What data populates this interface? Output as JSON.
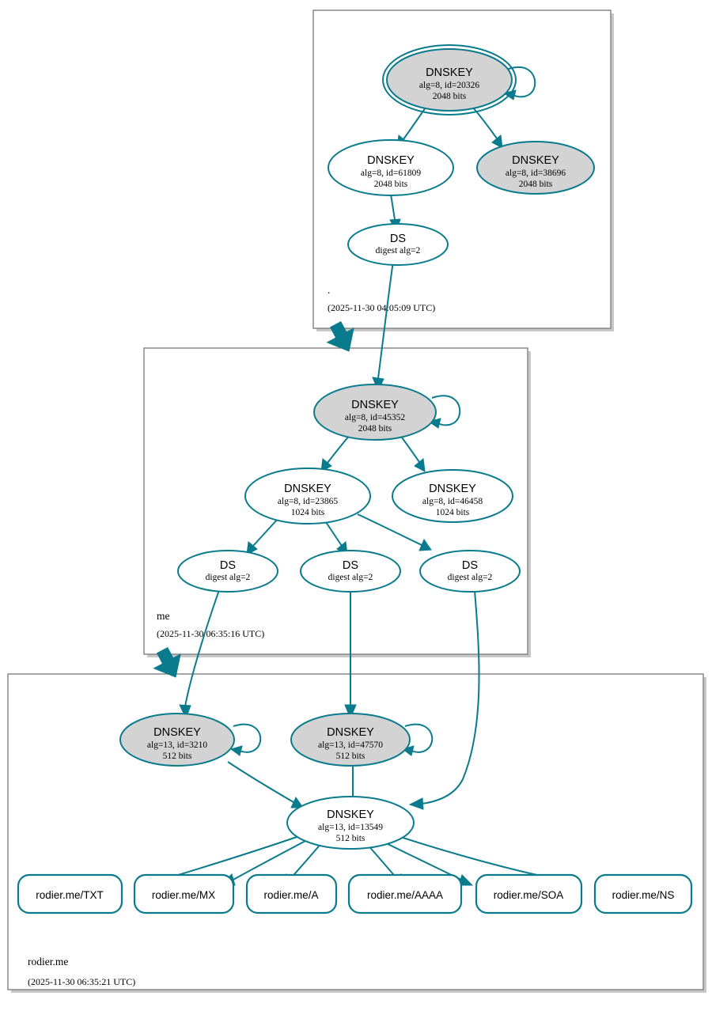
{
  "diagram": {
    "kind": "dnssec-authentication-chain",
    "colors": {
      "accent_teal": "#0a7b8c",
      "secure_key_fill": "#d3d3d3",
      "plain_fill": "#ffffff",
      "zone_border": "#808080",
      "text": "#000000"
    }
  },
  "zones": [
    {
      "id": "root",
      "name": ".",
      "timestamp": "(2025-11-30 04:05:09 UTC)",
      "nodes": [
        {
          "id": "root-ksk-20326",
          "kind": "DNSKEY",
          "title": "DNSKEY",
          "line2": "alg=8, id=20326",
          "line3": "2048 bits",
          "alg": "8",
          "key_id": "20326",
          "bits": "2048",
          "style": "trust-anchor",
          "self_signed": true
        },
        {
          "id": "root-zsk-61809",
          "kind": "DNSKEY",
          "title": "DNSKEY",
          "line2": "alg=8, id=61809",
          "line3": "2048 bits",
          "alg": "8",
          "key_id": "61809",
          "bits": "2048",
          "style": "plain",
          "self_signed": false
        },
        {
          "id": "root-key-38696",
          "kind": "DNSKEY",
          "title": "DNSKEY",
          "line2": "alg=8, id=38696",
          "line3": "2048 bits",
          "alg": "8",
          "key_id": "38696",
          "bits": "2048",
          "style": "secure",
          "self_signed": false
        },
        {
          "id": "root-ds-1",
          "kind": "DS",
          "title": "DS",
          "line2": "digest alg=2",
          "digest_alg": "2",
          "style": "plain"
        }
      ]
    },
    {
      "id": "me",
      "name": "me",
      "timestamp": "(2025-11-30 06:35:16 UTC)",
      "nodes": [
        {
          "id": "me-ksk-45352",
          "kind": "DNSKEY",
          "title": "DNSKEY",
          "line2": "alg=8, id=45352",
          "line3": "2048 bits",
          "alg": "8",
          "key_id": "45352",
          "bits": "2048",
          "style": "secure",
          "self_signed": true
        },
        {
          "id": "me-zsk-23865",
          "kind": "DNSKEY",
          "title": "DNSKEY",
          "line2": "alg=8, id=23865",
          "line3": "1024 bits",
          "alg": "8",
          "key_id": "23865",
          "bits": "1024",
          "style": "plain",
          "self_signed": false
        },
        {
          "id": "me-zsk-46458",
          "kind": "DNSKEY",
          "title": "DNSKEY",
          "line2": "alg=8, id=46458",
          "line3": "1024 bits",
          "alg": "8",
          "key_id": "46458",
          "bits": "1024",
          "style": "plain",
          "self_signed": false
        },
        {
          "id": "me-ds-1",
          "kind": "DS",
          "title": "DS",
          "line2": "digest alg=2",
          "digest_alg": "2",
          "style": "plain"
        },
        {
          "id": "me-ds-2",
          "kind": "DS",
          "title": "DS",
          "line2": "digest alg=2",
          "digest_alg": "2",
          "style": "plain"
        },
        {
          "id": "me-ds-3",
          "kind": "DS",
          "title": "DS",
          "line2": "digest alg=2",
          "digest_alg": "2",
          "style": "plain"
        }
      ]
    },
    {
      "id": "rodier",
      "name": "rodier.me",
      "timestamp": "(2025-11-30 06:35:21 UTC)",
      "nodes": [
        {
          "id": "rodier-ksk-3210",
          "kind": "DNSKEY",
          "title": "DNSKEY",
          "line2": "alg=13, id=3210",
          "line3": "512 bits",
          "alg": "13",
          "key_id": "3210",
          "bits": "512",
          "style": "secure",
          "self_signed": true
        },
        {
          "id": "rodier-ksk-47570",
          "kind": "DNSKEY",
          "title": "DNSKEY",
          "line2": "alg=13, id=47570",
          "line3": "512 bits",
          "alg": "13",
          "key_id": "47570",
          "bits": "512",
          "style": "secure",
          "self_signed": true
        },
        {
          "id": "rodier-zsk-13549",
          "kind": "DNSKEY",
          "title": "DNSKEY",
          "line2": "alg=13, id=13549",
          "line3": "512 bits",
          "alg": "13",
          "key_id": "13549",
          "bits": "512",
          "style": "plain",
          "self_signed": false
        }
      ],
      "rrsets": [
        {
          "id": "rrset-txt",
          "label": "rodier.me/TXT"
        },
        {
          "id": "rrset-mx",
          "label": "rodier.me/MX"
        },
        {
          "id": "rrset-a",
          "label": "rodier.me/A"
        },
        {
          "id": "rrset-aaaa",
          "label": "rodier.me/AAAA"
        },
        {
          "id": "rrset-soa",
          "label": "rodier.me/SOA"
        },
        {
          "id": "rrset-ns",
          "label": "rodier.me/NS"
        }
      ]
    }
  ]
}
